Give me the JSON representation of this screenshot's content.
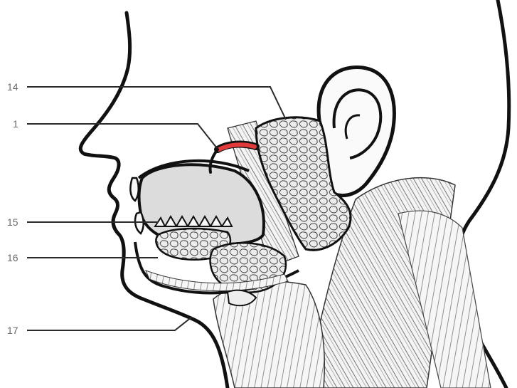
{
  "labels": [
    {
      "id": "14",
      "text": "14"
    },
    {
      "id": "1",
      "text": "1"
    },
    {
      "id": "15",
      "text": "15"
    },
    {
      "id": "16",
      "text": "16"
    },
    {
      "id": "17",
      "text": "17"
    }
  ],
  "colors": {
    "outline": "#111111",
    "muscle": "#7a7a7a",
    "gland_fill": "#e6e6e6",
    "cavity_fill": "#dcdcdc",
    "duct": "#e23a3a",
    "leader": "#2a2a2a"
  }
}
